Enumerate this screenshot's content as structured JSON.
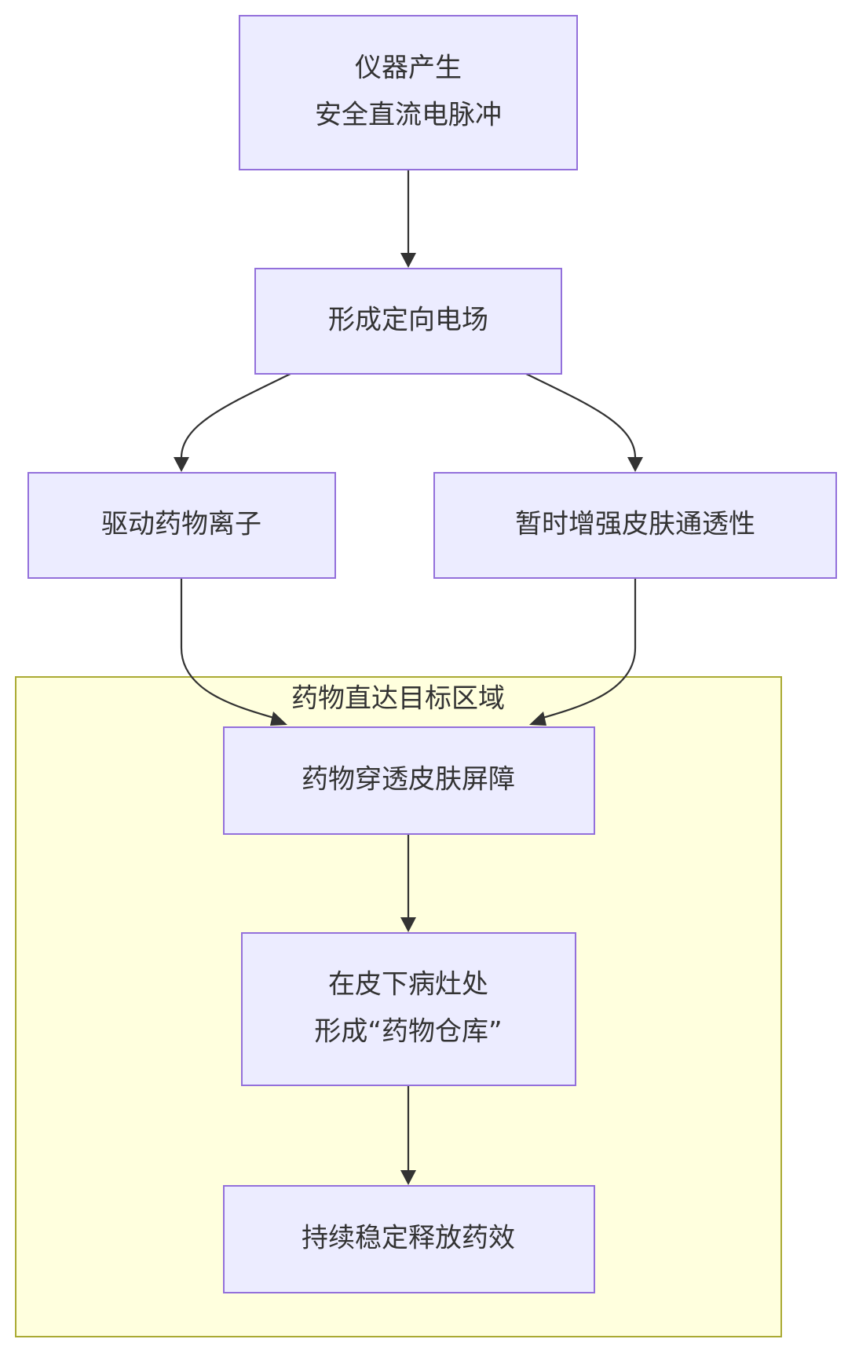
{
  "colors": {
    "node_fill": "#ECECFF",
    "node_stroke": "#9370DB",
    "cluster_fill": "#FFFFDE",
    "cluster_stroke": "#AAAA33",
    "edge": "#333333",
    "text": "#333333"
  },
  "cluster": {
    "label": "药物直达目标区域"
  },
  "nodes": {
    "pulse": {
      "lines": [
        "仪器产生",
        "安全直流电脉冲"
      ]
    },
    "field": {
      "lines": [
        "形成定向电场"
      ]
    },
    "drive_ions": {
      "lines": [
        "驱动药物离子"
      ]
    },
    "permeability": {
      "lines": [
        "暂时增强皮肤通透性"
      ]
    },
    "penetrate": {
      "lines": [
        "药物穿透皮肤屏障"
      ]
    },
    "depot": {
      "lines": [
        "在皮下病灶处",
        "形成“药物仓库”"
      ]
    },
    "release": {
      "lines": [
        "持续稳定释放药效"
      ]
    }
  },
  "edges": [
    {
      "from": "pulse",
      "to": "field"
    },
    {
      "from": "field",
      "to": "drive_ions"
    },
    {
      "from": "field",
      "to": "permeability"
    },
    {
      "from": "drive_ions",
      "to": "penetrate"
    },
    {
      "from": "permeability",
      "to": "penetrate"
    },
    {
      "from": "penetrate",
      "to": "depot"
    },
    {
      "from": "depot",
      "to": "release"
    }
  ]
}
